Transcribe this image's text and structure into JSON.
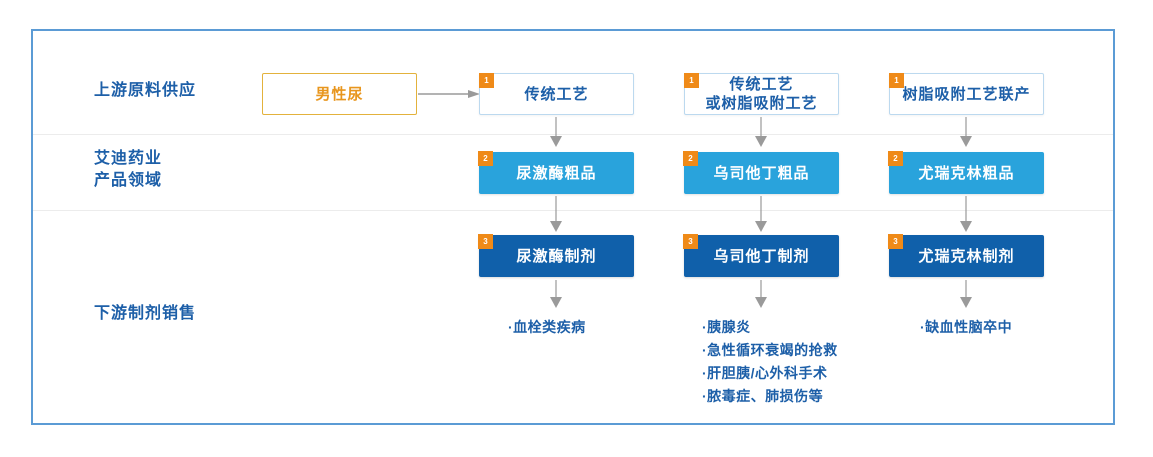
{
  "colors": {
    "panel_border": "#5b9bd5",
    "row_separator": "#ececec",
    "label_blue": "#1d5fa8",
    "source_border": "#e3b23c",
    "source_text": "#e8961e",
    "process_border": "#bcd9ef",
    "crude_fill": "#29a3dc",
    "formula_fill": "#1060aa",
    "badge_orange": "#ef8a18",
    "arrow_gray": "#9a9a9a"
  },
  "row_labels": [
    {
      "id": "upstream",
      "text": "上游原料供应"
    },
    {
      "id": "company-products",
      "text": "艾迪药业\n产品领域"
    },
    {
      "id": "downstream",
      "text": "下游制剂销售"
    }
  ],
  "source_node": {
    "label": "男性尿"
  },
  "columns": [
    {
      "id": "urokinase",
      "process": {
        "badge": "1",
        "label": "传统工艺"
      },
      "crude": {
        "badge": "2",
        "label": "尿激酶粗品"
      },
      "formula": {
        "badge": "3",
        "label": "尿激酶制剂"
      },
      "indications": [
        "·血栓类疾病"
      ]
    },
    {
      "id": "ulinastatin",
      "process": {
        "badge": "1",
        "label": "传统工艺\n或树脂吸附工艺"
      },
      "crude": {
        "badge": "2",
        "label": "乌司他丁粗品"
      },
      "formula": {
        "badge": "3",
        "label": "乌司他丁制剂"
      },
      "indications": [
        "·胰腺炎",
        "·急性循环衰竭的抢救",
        "·肝胆胰/心外科手术",
        "·脓毒症、肺损伤等"
      ]
    },
    {
      "id": "urinary-kallidinogenase",
      "process": {
        "badge": "1",
        "label": "树脂吸附工艺联产"
      },
      "crude": {
        "badge": "2",
        "label": "尤瑞克林粗品"
      },
      "formula": {
        "badge": "3",
        "label": "尤瑞克林制剂"
      },
      "indications": [
        "·缺血性脑卒中"
      ]
    }
  ]
}
